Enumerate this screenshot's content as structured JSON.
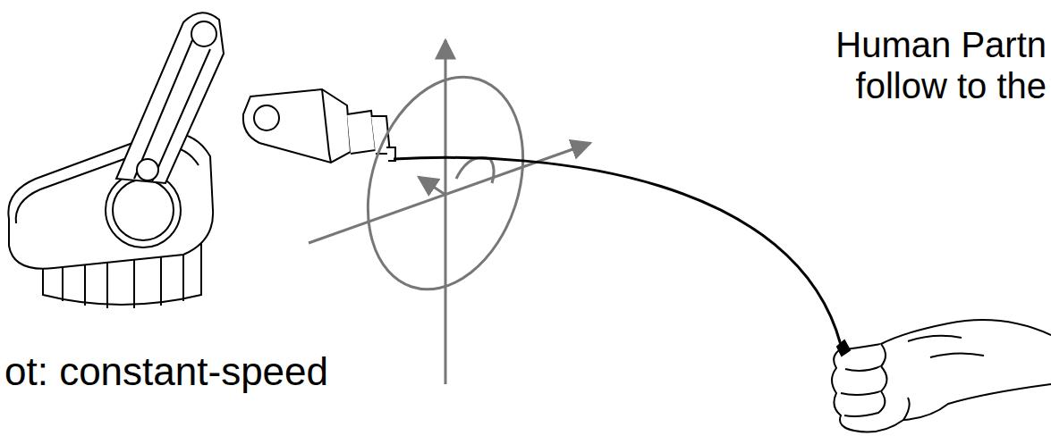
{
  "diagram": {
    "labels": [
      "Human Partn",
      "follow to the",
      "ot: constant-speed"
    ]
  }
}
